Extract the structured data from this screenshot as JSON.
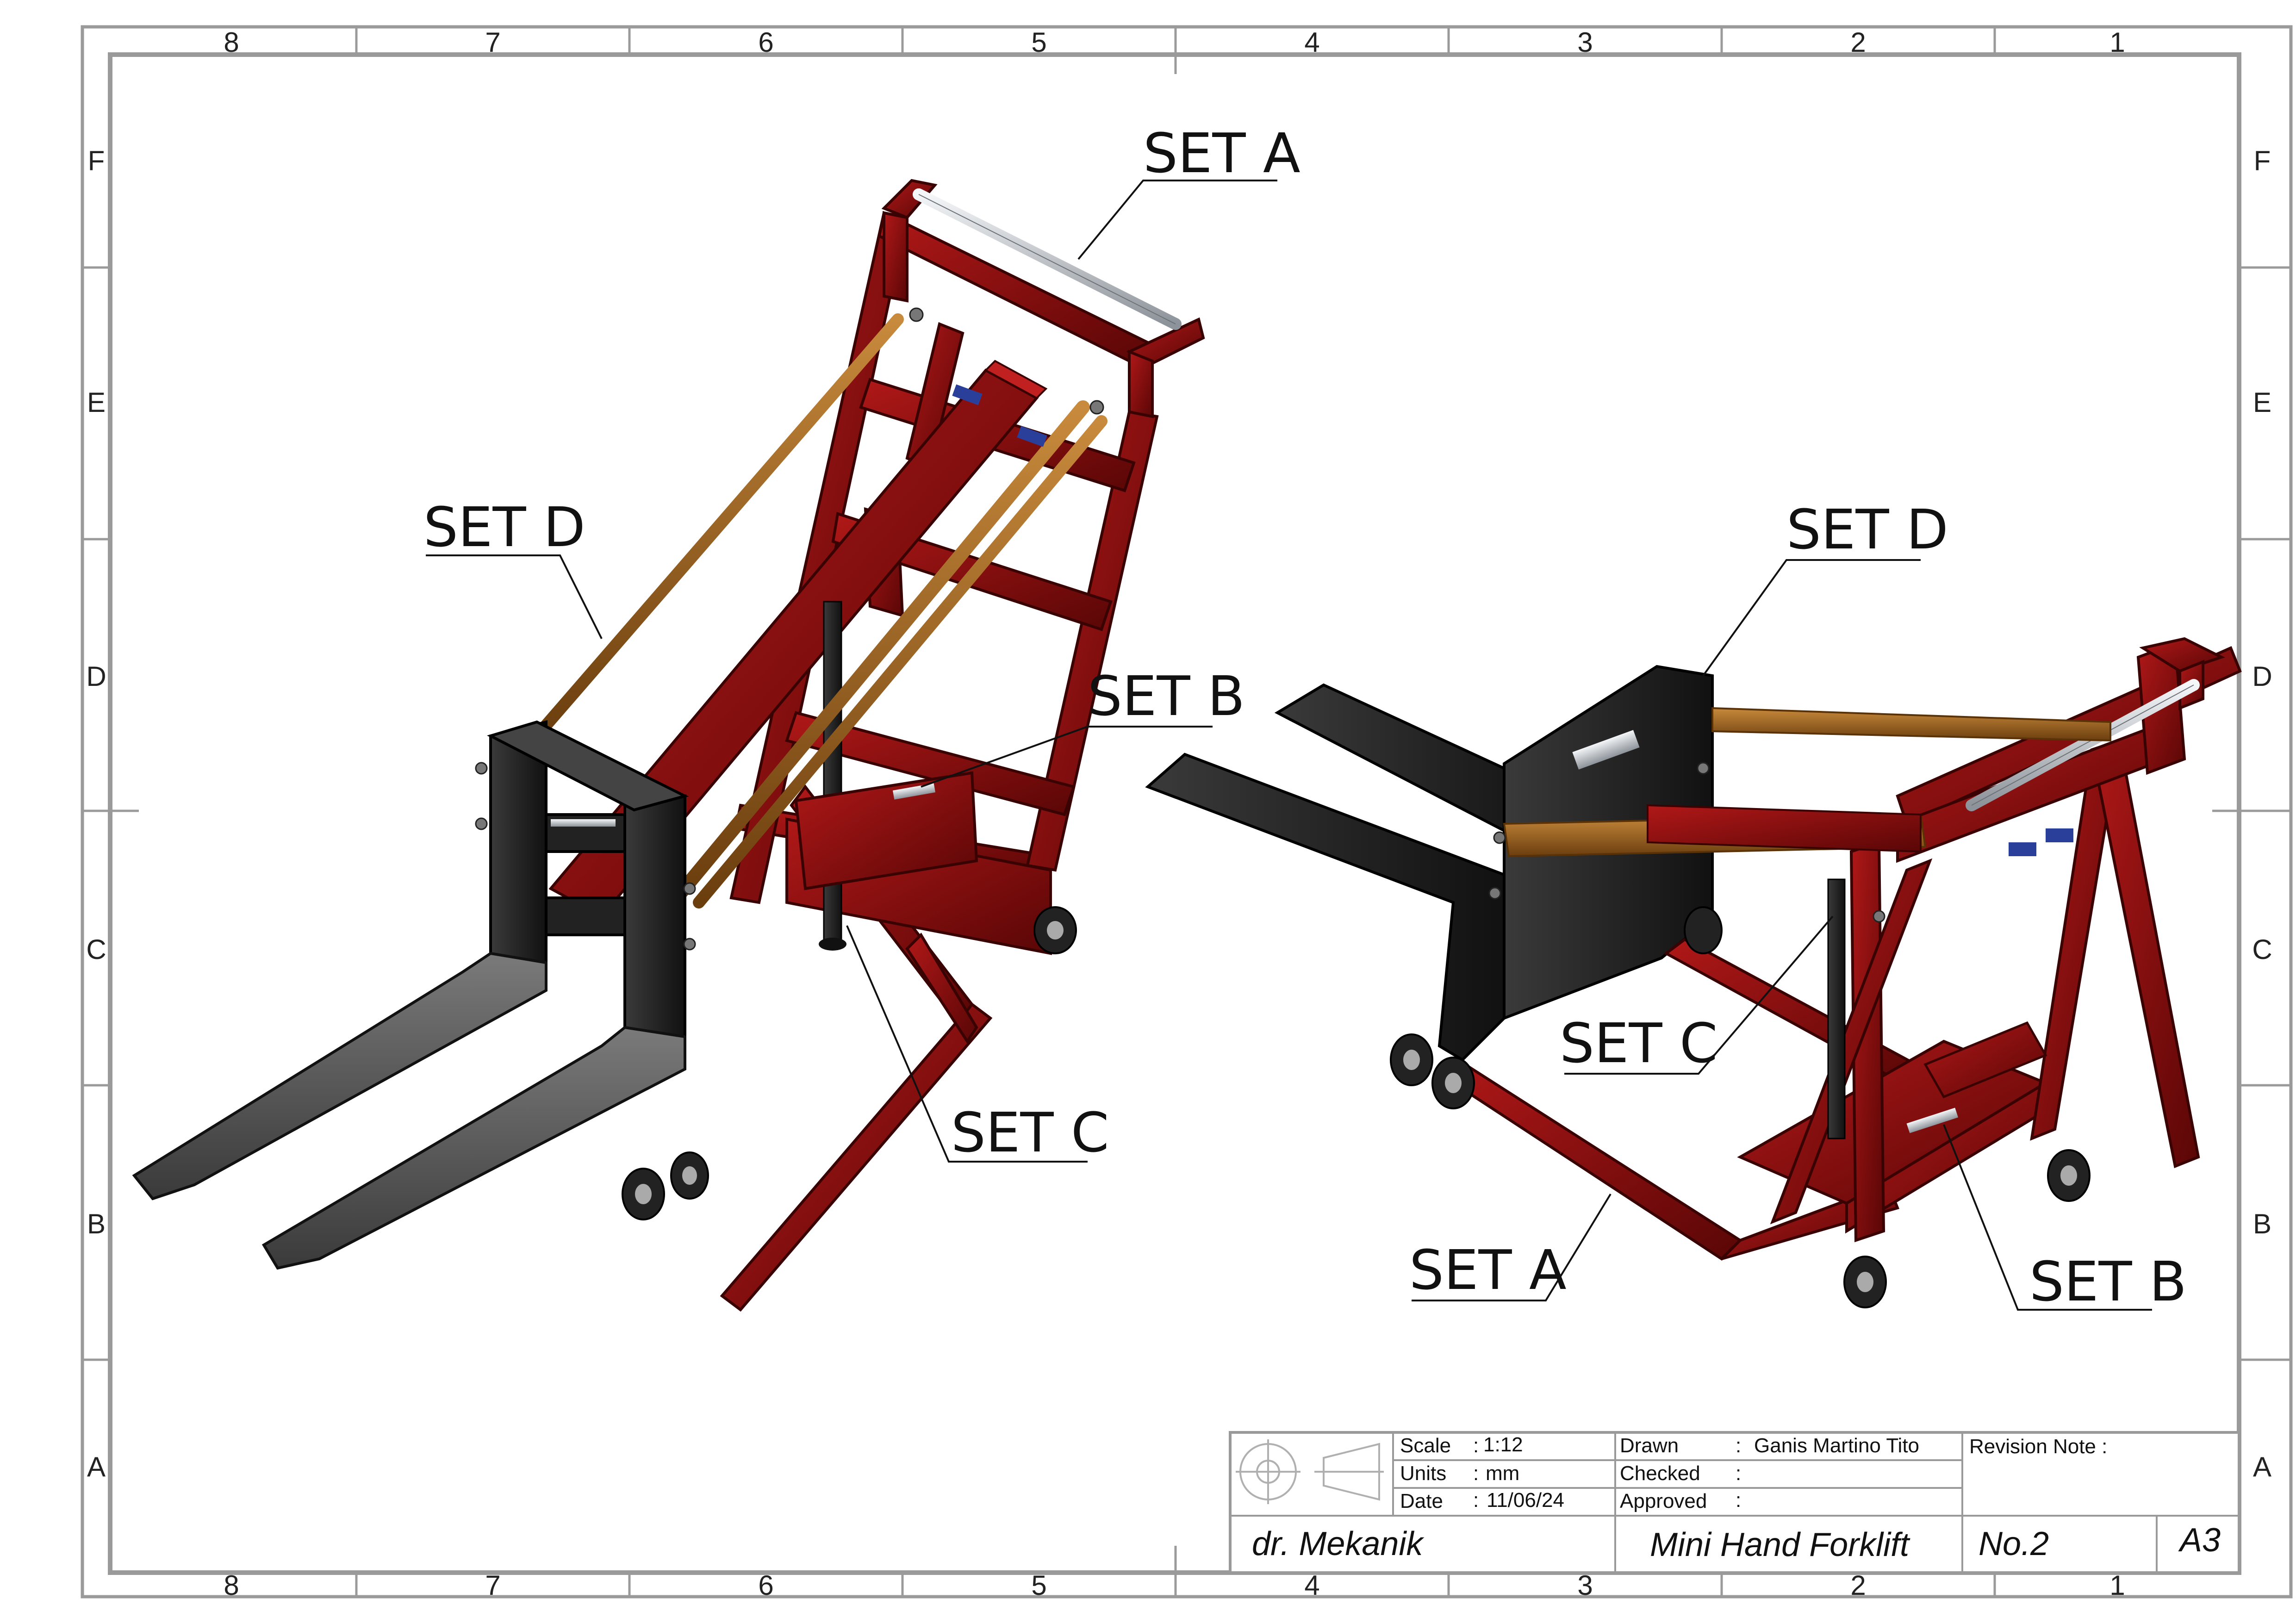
{
  "border": {
    "column_labels_top": [
      "8",
      "7",
      "6",
      "5",
      "4",
      "3",
      "2",
      "1"
    ],
    "column_labels_bottom": [
      "8",
      "7",
      "6",
      "5",
      "4",
      "3",
      "2",
      "1"
    ],
    "row_labels_left": [
      "F",
      "E",
      "D",
      "C",
      "B",
      "A"
    ],
    "row_labels_right": [
      "F",
      "E",
      "D",
      "C",
      "B",
      "A"
    ]
  },
  "callouts": {
    "left_view": {
      "set_a": "SET A",
      "set_b": "SET B",
      "set_c": "SET C",
      "set_d": "SET D"
    },
    "right_view": {
      "set_a": "SET A",
      "set_b": "SET B",
      "set_c": "SET C",
      "set_d": "SET D"
    }
  },
  "colors": {
    "frame_red": "#8b0d0d",
    "frame_red_dark": "#5a0606",
    "rod_brown": "#a8651c",
    "rod_brown_dark": "#6b3e0e",
    "fork_black": "#2a2a2a",
    "fork_grey": "#6a6a6a",
    "handle_silver": "#cfd3d8",
    "cylinder_blue": "#2a3f9a",
    "border_grey": "#9a9a9a"
  },
  "title_block": {
    "scale_label": "Scale",
    "scale_value": "1:12",
    "units_label": "Units",
    "units_value": "mm",
    "date_label": "Date",
    "date_value": "11/06/24",
    "drawn_label": "Drawn",
    "drawn_value": "Ganis Martino Tito",
    "checked_label": "Checked",
    "checked_value": "",
    "approved_label": "Approved",
    "approved_value": "",
    "revision_label": "Revision Note :",
    "company": "dr. Mekanik",
    "title": "Mini Hand Forklift",
    "number": "No.2",
    "sheet_size": "A3",
    "separator": ":"
  }
}
